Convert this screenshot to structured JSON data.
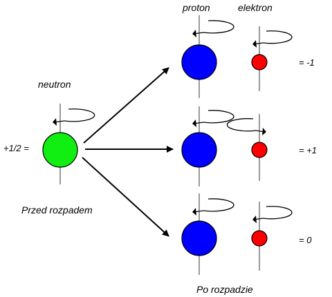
{
  "labels": {
    "neutron": "neutron",
    "proton": "proton",
    "electron": "elektron",
    "before": "Przed rozpadem",
    "after": "Po rozpadzie"
  },
  "neutron_spin": "+1/2 =",
  "outcomes": [
    {
      "value": "= -1"
    },
    {
      "value": "= +1"
    },
    {
      "value": "= 0"
    }
  ],
  "colors": {
    "neutron": "#11EE11",
    "proton": "#0000FF",
    "electron": "#FF0000",
    "axis": "#999999",
    "ink": "#000000"
  },
  "icons": {
    "rotation": "curved-rotation-arrow",
    "decay": "straight-arrow"
  }
}
